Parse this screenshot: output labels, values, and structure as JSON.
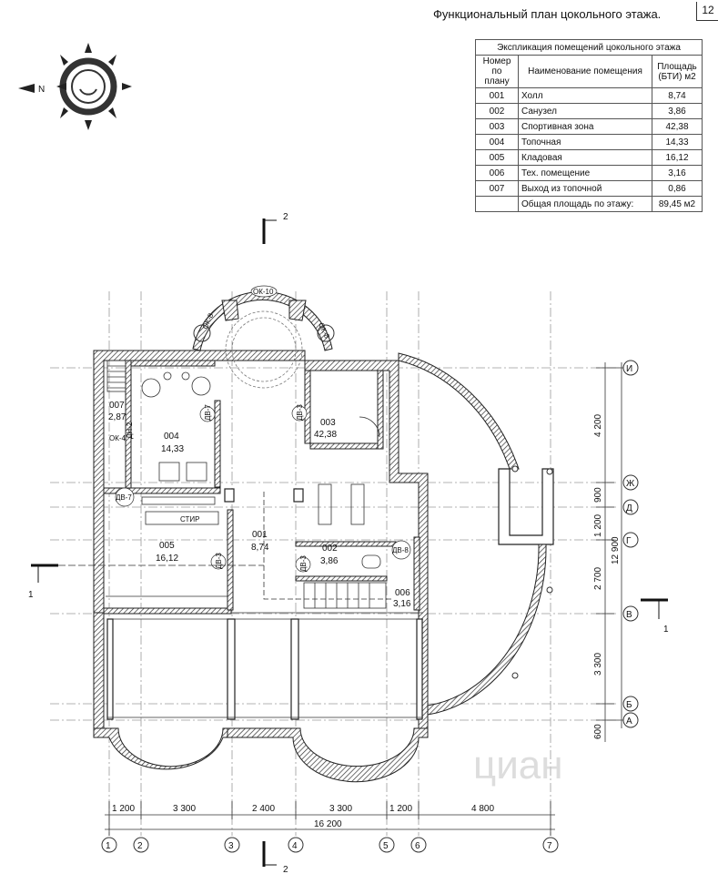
{
  "sheet": {
    "title": "Функциональный план цокольного этажа.",
    "page": "12"
  },
  "explication": {
    "caption": "Экспликация помещений цокольного этажа",
    "col_num": "Номер по плану",
    "col_name": "Наименование  помещения",
    "col_area": "Площадь (БТИ) м2",
    "rows": [
      {
        "num": "001",
        "name": "Холл",
        "area": "8,74"
      },
      {
        "num": "002",
        "name": "Санузел",
        "area": "3,86"
      },
      {
        "num": "003",
        "name": "Спортивная зона",
        "area": "42,38"
      },
      {
        "num": "004",
        "name": "Топочная",
        "area": "14,33"
      },
      {
        "num": "005",
        "name": "Кладовая",
        "area": "16,12"
      },
      {
        "num": "006",
        "name": "Тех. помещение",
        "area": "3,16"
      },
      {
        "num": "007",
        "name": "Выход из топочной",
        "area": "0,86"
      }
    ],
    "total_label": "Общая площадь по этажу:",
    "total_area": "89,45 м2"
  },
  "rooms": [
    {
      "num": "001",
      "area": "8,74"
    },
    {
      "num": "002",
      "area": "3,86"
    },
    {
      "num": "003",
      "area": "42,38"
    },
    {
      "num": "004",
      "area": "14,33"
    },
    {
      "num": "005",
      "area": "16,12"
    },
    {
      "num": "006",
      "area": "3,16"
    },
    {
      "num": "007",
      "area": "2,87"
    }
  ],
  "openings": [
    "ОК-10",
    "ОК-8",
    "ОК-8",
    "ОК-4",
    "ДН-2",
    "ДВ-7",
    "ДВ-7",
    "ДВ-3",
    "ДВ-3",
    "ДВ-3",
    "ДВ-8"
  ],
  "fixture_label": "СТИР",
  "compass_label": "N",
  "section_marks": {
    "vertical": "2",
    "horizontal": "1"
  },
  "bottom_dims": [
    "1 200",
    "3 300",
    "2 400",
    "3 300",
    "1 200",
    "4 800"
  ],
  "bottom_total": "16 200",
  "col_axes": [
    "1",
    "2",
    "3",
    "4",
    "5",
    "6",
    "7"
  ],
  "right_dims": [
    "4 200",
    "900",
    "1 200",
    "2 700",
    "3 300",
    "600"
  ],
  "right_total": "12 900",
  "row_axes": [
    "И",
    "Ж",
    "Д",
    "Г",
    "В",
    "Б",
    "А"
  ],
  "watermark": "циан"
}
